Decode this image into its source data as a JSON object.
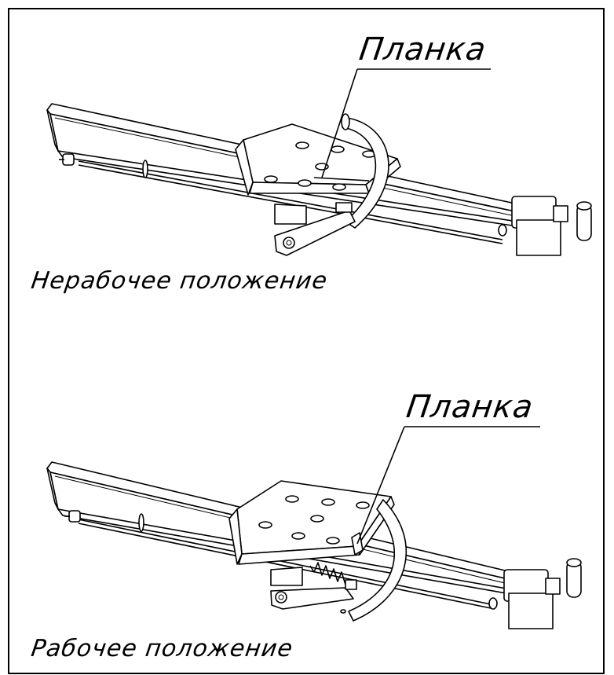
{
  "labels": {
    "top_callout": "Планка",
    "top_caption": "Нерабочее положение",
    "bottom_callout": "Планка",
    "bottom_caption": "Рабочее положение"
  }
}
